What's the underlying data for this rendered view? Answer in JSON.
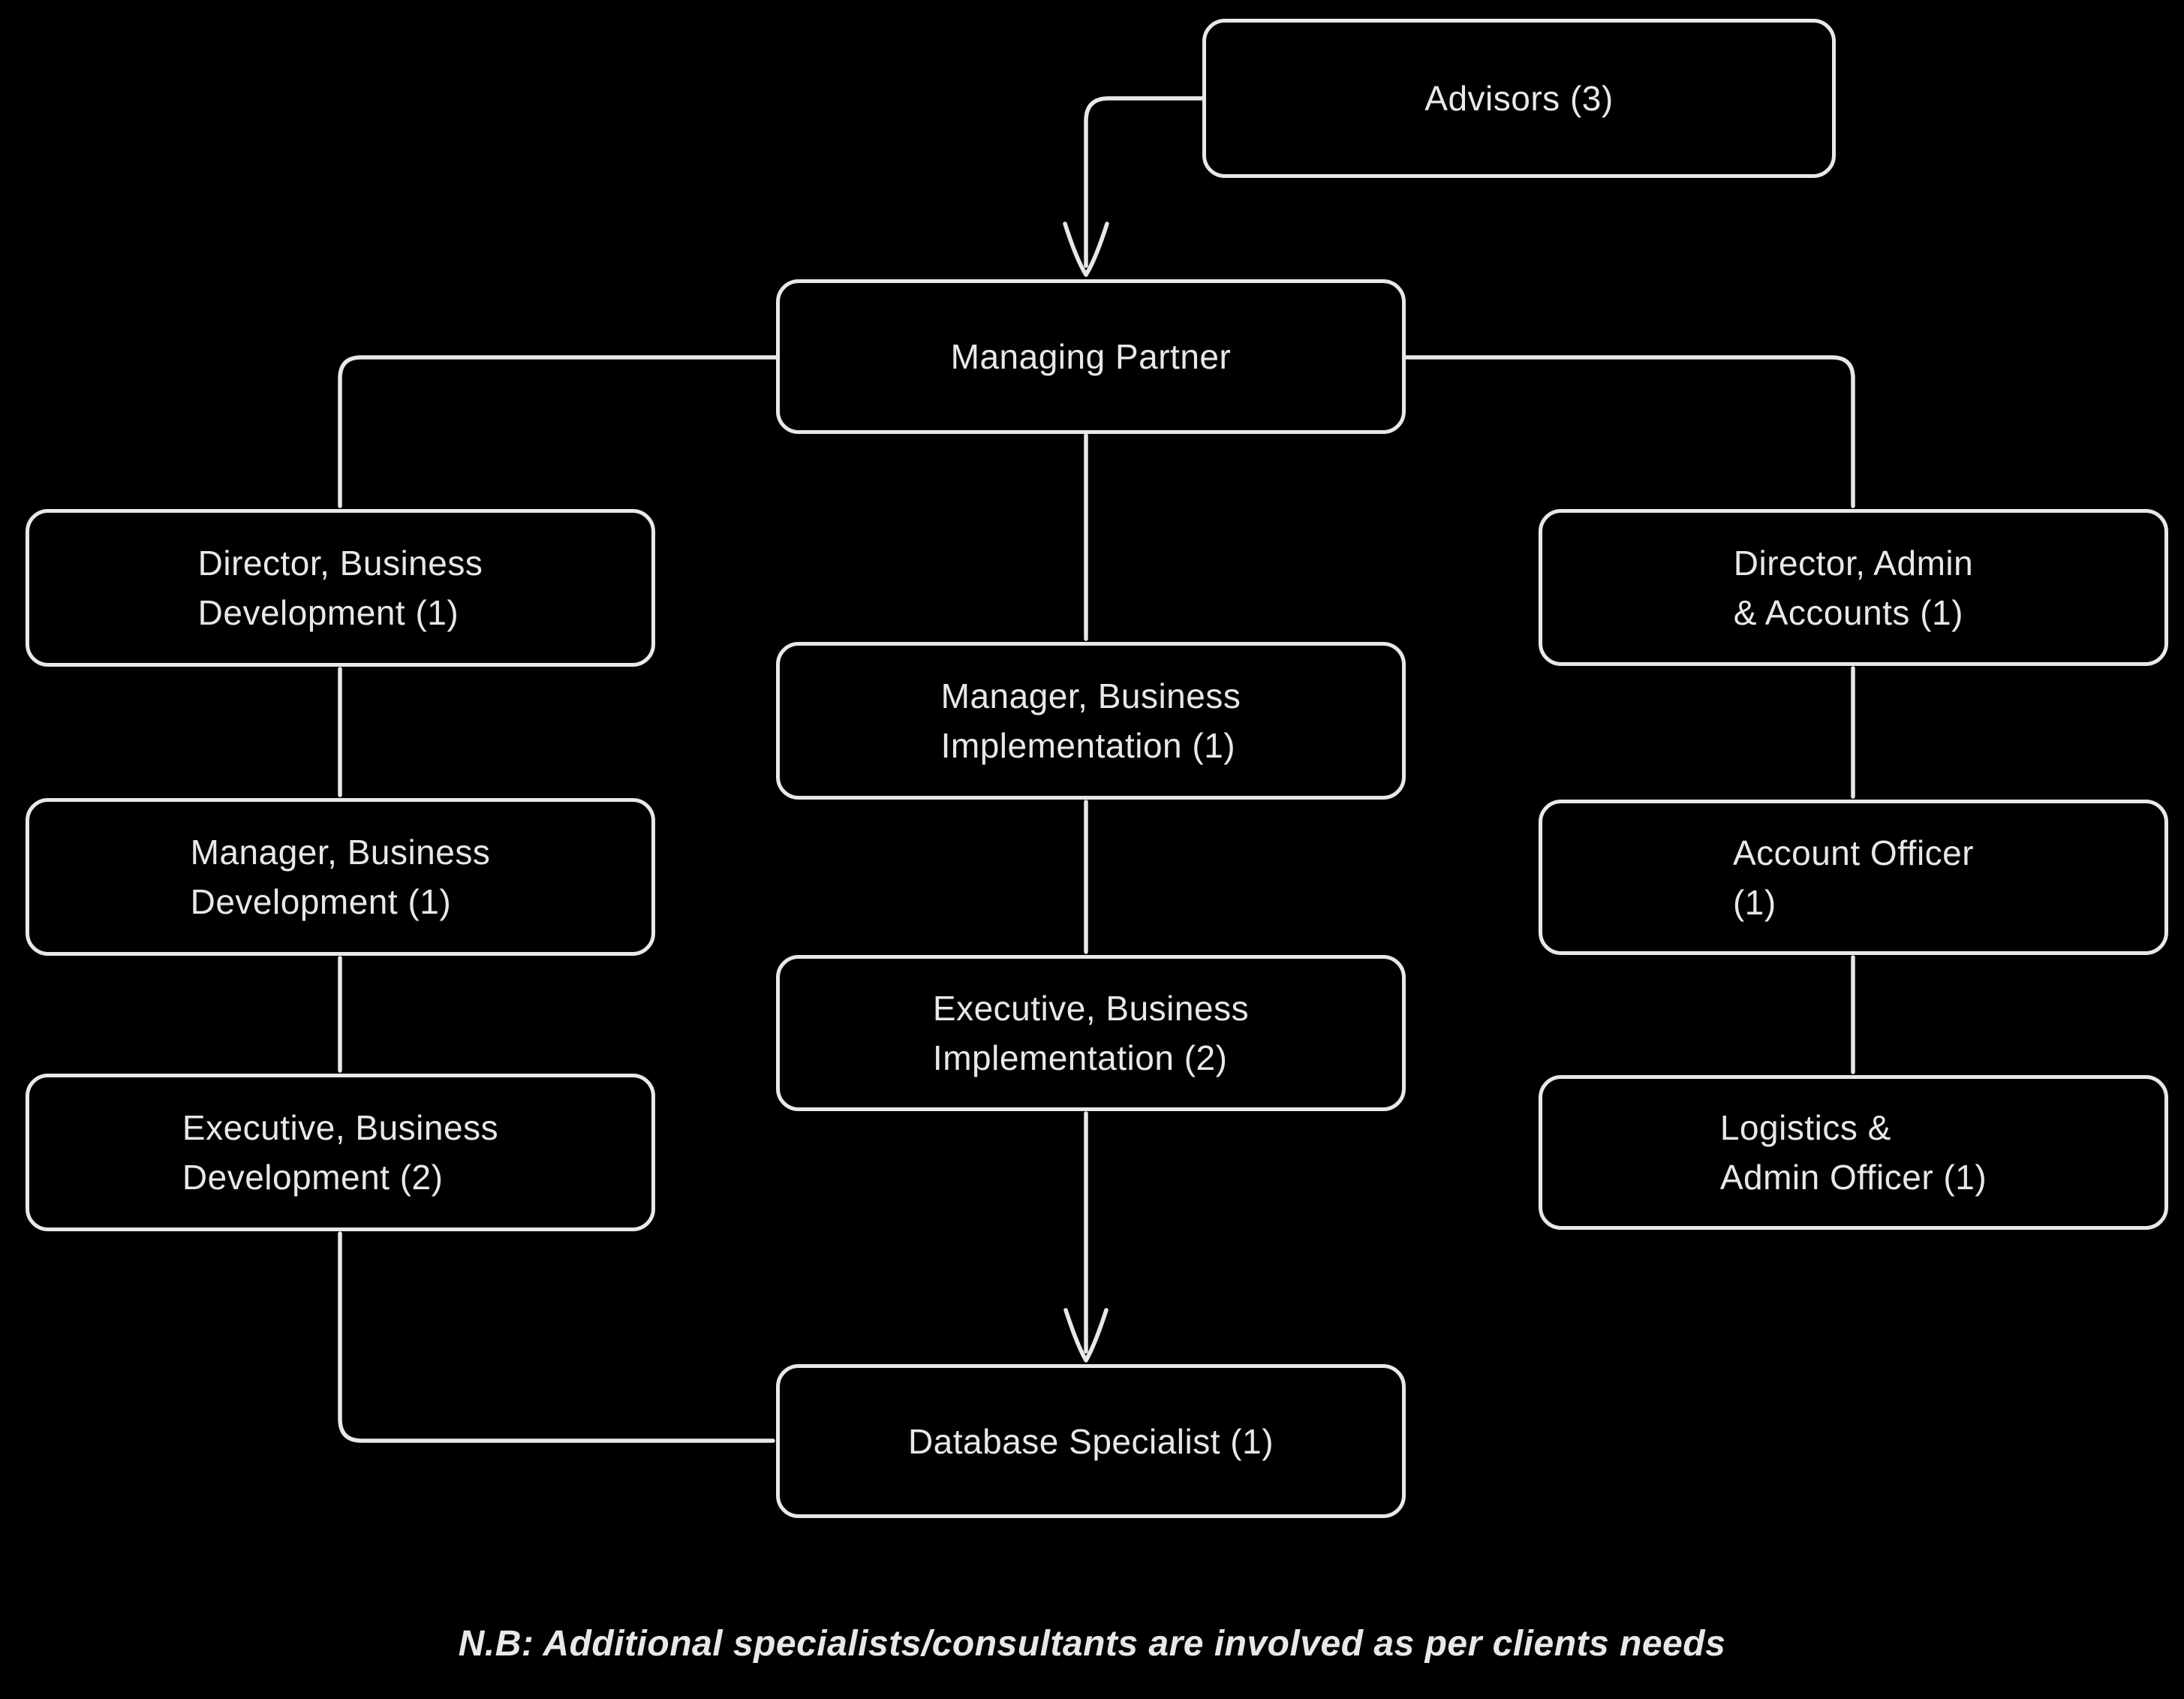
{
  "title": "Organogram",
  "colors": {
    "background": "#000000",
    "foreground": "#e8e8e8"
  },
  "nodes": {
    "advisors": {
      "label": "Advisors (3)"
    },
    "managing_partner": {
      "label": "Managing Partner"
    },
    "director_bd": {
      "label": "Director, Business\nDevelopment (1)"
    },
    "manager_bd": {
      "label": "Manager, Business\nDevelopment (1)"
    },
    "executive_bd": {
      "label": "Executive, Business\nDevelopment (2)"
    },
    "manager_bi": {
      "label": "Manager, Business\nImplementation (1)"
    },
    "executive_bi": {
      "label": "Executive, Business\nImplementation (2)"
    },
    "database_specialist": {
      "label": "Database Specialist (1)"
    },
    "director_admin": {
      "label": "Director, Admin\n& Accounts (1)"
    },
    "account_officer": {
      "label": "Account Officer\n(1)"
    },
    "logistics_admin": {
      "label": "Logistics &\nAdmin Officer (1)"
    }
  },
  "edges": [
    {
      "from": "advisors",
      "to": "managing_partner",
      "arrow": true
    },
    {
      "from": "managing_partner",
      "to": "director_bd",
      "arrow": false
    },
    {
      "from": "managing_partner",
      "to": "manager_bi",
      "arrow": false
    },
    {
      "from": "managing_partner",
      "to": "director_admin",
      "arrow": false
    },
    {
      "from": "director_bd",
      "to": "manager_bd",
      "arrow": false
    },
    {
      "from": "manager_bd",
      "to": "executive_bd",
      "arrow": false
    },
    {
      "from": "executive_bd",
      "to": "database_specialist",
      "arrow": false
    },
    {
      "from": "manager_bi",
      "to": "executive_bi",
      "arrow": false
    },
    {
      "from": "executive_bi",
      "to": "database_specialist",
      "arrow": true
    },
    {
      "from": "director_admin",
      "to": "account_officer",
      "arrow": false
    },
    {
      "from": "account_officer",
      "to": "logistics_admin",
      "arrow": false
    }
  ],
  "note": "N.B: Additional specialists/consultants are involved as per clients needs"
}
